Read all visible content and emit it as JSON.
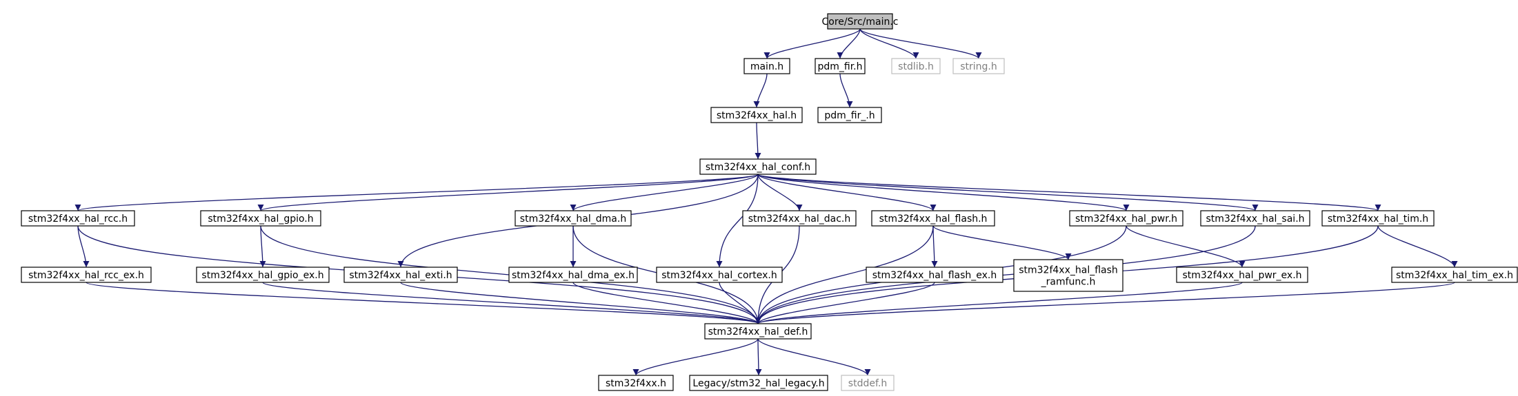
{
  "diagram": {
    "nodes": {
      "main_c": {
        "label": "Core/Src/main.c",
        "style": "root"
      },
      "main_h": {
        "label": "main.h",
        "style": "normal"
      },
      "pdm_fir_h": {
        "label": "pdm_fir.h",
        "style": "normal"
      },
      "stdlib_h": {
        "label": "stdlib.h",
        "style": "external"
      },
      "string_h": {
        "label": "string.h",
        "style": "external"
      },
      "hal_h": {
        "label": "stm32f4xx_hal.h",
        "style": "normal"
      },
      "pdm_fir_under_h": {
        "label": "pdm_fir_.h",
        "style": "normal"
      },
      "hal_conf_h": {
        "label": "stm32f4xx_hal_conf.h",
        "style": "normal"
      },
      "hal_rcc_h": {
        "label": "stm32f4xx_hal_rcc.h",
        "style": "normal"
      },
      "hal_gpio_h": {
        "label": "stm32f4xx_hal_gpio.h",
        "style": "normal"
      },
      "hal_dma_h": {
        "label": "stm32f4xx_hal_dma.h",
        "style": "normal"
      },
      "hal_dac_h": {
        "label": "stm32f4xx_hal_dac.h",
        "style": "normal"
      },
      "hal_flash_h": {
        "label": "stm32f4xx_hal_flash.h",
        "style": "normal"
      },
      "hal_pwr_h": {
        "label": "stm32f4xx_hal_pwr.h",
        "style": "normal"
      },
      "hal_sai_h": {
        "label": "stm32f4xx_hal_sai.h",
        "style": "normal"
      },
      "hal_tim_h": {
        "label": "stm32f4xx_hal_tim.h",
        "style": "normal"
      },
      "hal_rcc_ex_h": {
        "label": "stm32f4xx_hal_rcc_ex.h",
        "style": "normal"
      },
      "hal_gpio_ex_h": {
        "label": "stm32f4xx_hal_gpio_ex.h",
        "style": "normal"
      },
      "hal_exti_h": {
        "label": "stm32f4xx_hal_exti.h",
        "style": "normal"
      },
      "hal_dma_ex_h": {
        "label": "stm32f4xx_hal_dma_ex.h",
        "style": "normal"
      },
      "hal_cortex_h": {
        "label": "stm32f4xx_hal_cortex.h",
        "style": "normal"
      },
      "hal_flash_ex_h": {
        "label": "stm32f4xx_hal_flash_ex.h",
        "style": "normal"
      },
      "hal_flash_ramfunc_h": {
        "label": "stm32f4xx_hal_flash\n_ramfunc.h",
        "style": "normal"
      },
      "hal_pwr_ex_h": {
        "label": "stm32f4xx_hal_pwr_ex.h",
        "style": "normal"
      },
      "hal_tim_ex_h": {
        "label": "stm32f4xx_hal_tim_ex.h",
        "style": "normal"
      },
      "hal_def_h": {
        "label": "stm32f4xx_hal_def.h",
        "style": "normal"
      },
      "stm32f4xx_h": {
        "label": "stm32f4xx.h",
        "style": "normal"
      },
      "legacy_h": {
        "label": "Legacy/stm32_hal_legacy.h",
        "style": "normal"
      },
      "stddef_h": {
        "label": "stddef.h",
        "style": "external"
      }
    },
    "edges": [
      [
        "main_c",
        "main_h"
      ],
      [
        "main_c",
        "pdm_fir_h"
      ],
      [
        "main_c",
        "stdlib_h"
      ],
      [
        "main_c",
        "string_h"
      ],
      [
        "main_h",
        "hal_h"
      ],
      [
        "pdm_fir_h",
        "pdm_fir_under_h"
      ],
      [
        "hal_h",
        "hal_conf_h"
      ],
      [
        "hal_conf_h",
        "hal_rcc_h"
      ],
      [
        "hal_conf_h",
        "hal_gpio_h"
      ],
      [
        "hal_conf_h",
        "hal_exti_h"
      ],
      [
        "hal_conf_h",
        "hal_dma_h"
      ],
      [
        "hal_conf_h",
        "hal_cortex_h"
      ],
      [
        "hal_conf_h",
        "hal_dac_h"
      ],
      [
        "hal_conf_h",
        "hal_flash_h"
      ],
      [
        "hal_conf_h",
        "hal_pwr_h"
      ],
      [
        "hal_conf_h",
        "hal_sai_h"
      ],
      [
        "hal_conf_h",
        "hal_tim_h"
      ],
      [
        "hal_rcc_h",
        "hal_rcc_ex_h"
      ],
      [
        "hal_rcc_h",
        "hal_def_h"
      ],
      [
        "hal_gpio_h",
        "hal_gpio_ex_h"
      ],
      [
        "hal_gpio_h",
        "hal_def_h"
      ],
      [
        "hal_dma_h",
        "hal_dma_ex_h"
      ],
      [
        "hal_dma_h",
        "hal_def_h"
      ],
      [
        "hal_dac_h",
        "hal_def_h"
      ],
      [
        "hal_flash_h",
        "hal_flash_ex_h"
      ],
      [
        "hal_flash_h",
        "hal_flash_ramfunc_h"
      ],
      [
        "hal_flash_h",
        "hal_def_h"
      ],
      [
        "hal_pwr_h",
        "hal_pwr_ex_h"
      ],
      [
        "hal_pwr_h",
        "hal_def_h"
      ],
      [
        "hal_sai_h",
        "hal_def_h"
      ],
      [
        "hal_tim_h",
        "hal_tim_ex_h"
      ],
      [
        "hal_tim_h",
        "hal_def_h"
      ],
      [
        "hal_rcc_ex_h",
        "hal_def_h"
      ],
      [
        "hal_gpio_ex_h",
        "hal_def_h"
      ],
      [
        "hal_exti_h",
        "hal_def_h"
      ],
      [
        "hal_dma_ex_h",
        "hal_def_h"
      ],
      [
        "hal_cortex_h",
        "hal_def_h"
      ],
      [
        "hal_flash_ex_h",
        "hal_def_h"
      ],
      [
        "hal_pwr_ex_h",
        "hal_def_h"
      ],
      [
        "hal_tim_ex_h",
        "hal_def_h"
      ],
      [
        "hal_def_h",
        "stm32f4xx_h"
      ],
      [
        "hal_def_h",
        "legacy_h"
      ],
      [
        "hal_def_h",
        "stddef_h"
      ]
    ],
    "colors": {
      "edge": "#191970",
      "node_border": "#000000",
      "external_border": "#bfbfbf",
      "external_text": "#7f7f7f",
      "root_fill": "#bfbfbf",
      "text": "#000000"
    }
  }
}
